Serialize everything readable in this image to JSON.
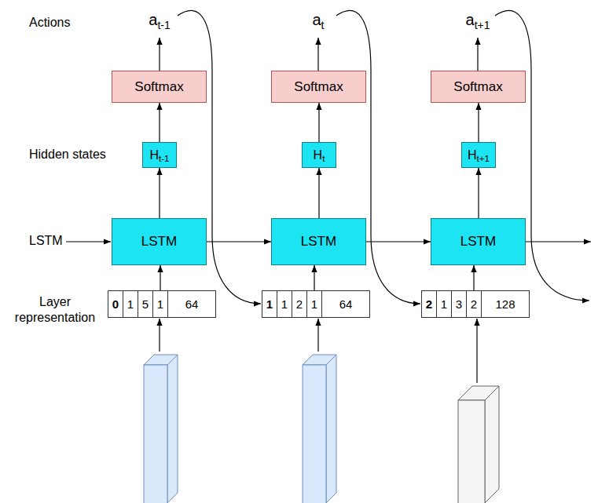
{
  "diagram": {
    "nodes": [
      {
        "text": [
          "Softmax"
        ]
      },
      {
        "text": [
          "Softmax"
        ]
      },
      {
        "text": [
          "Softmax"
        ]
      },
      {
        "text": [
          "H",
          "t-1"
        ]
      },
      {
        "text": [
          "H",
          "t"
        ]
      },
      {
        "text": [
          "H",
          "t+1"
        ]
      },
      {
        "text": [
          "LSTM"
        ]
      },
      {
        "text": [
          "LSTM"
        ]
      },
      {
        "text": [
          "LSTM"
        ]
      },
      {
        "text": [
          "0"
        ]
      },
      {
        "text": [
          "1"
        ]
      },
      {
        "text": [
          "5"
        ]
      },
      {
        "text": [
          "1"
        ]
      },
      {
        "text": [
          "64"
        ]
      },
      {
        "text": [
          "1"
        ]
      },
      {
        "text": [
          "1"
        ]
      },
      {
        "text": [
          "2"
        ]
      },
      {
        "text": [
          "1"
        ]
      },
      {
        "text": [
          "64"
        ]
      },
      {
        "text": [
          "2"
        ]
      },
      {
        "text": [
          "1"
        ]
      },
      {
        "text": [
          "3"
        ]
      },
      {
        "text": [
          "2"
        ]
      },
      {
        "text": [
          "128"
        ]
      }
    ],
    "edges": [
      {
        "from": 6,
        "to": 3,
        "arrow": "to"
      },
      {
        "from": 7,
        "to": 4,
        "arrow": "to"
      },
      {
        "from": 8,
        "to": 5,
        "arrow": "to"
      },
      {
        "from": 3,
        "to": 0,
        "arrow": "to"
      },
      {
        "from": 4,
        "to": 1,
        "arrow": "to"
      },
      {
        "from": 5,
        "to": 2,
        "arrow": "to"
      },
      {
        "from": 6,
        "to": 7,
        "arrow": "to"
      },
      {
        "from": 7,
        "to": 8,
        "arrow": "to"
      },
      {
        "from": 12,
        "to": 6,
        "arrow": "to"
      },
      {
        "from": 17,
        "to": 7,
        "arrow": "to"
      },
      {
        "from": 22,
        "to": 8,
        "arrow": "to"
      }
    ],
    "labels": [
      "Actions",
      "a",
      "t-1",
      "a",
      "t",
      "a",
      "t+1",
      "Hidden states",
      "LSTM",
      "Layer representation"
    ]
  }
}
